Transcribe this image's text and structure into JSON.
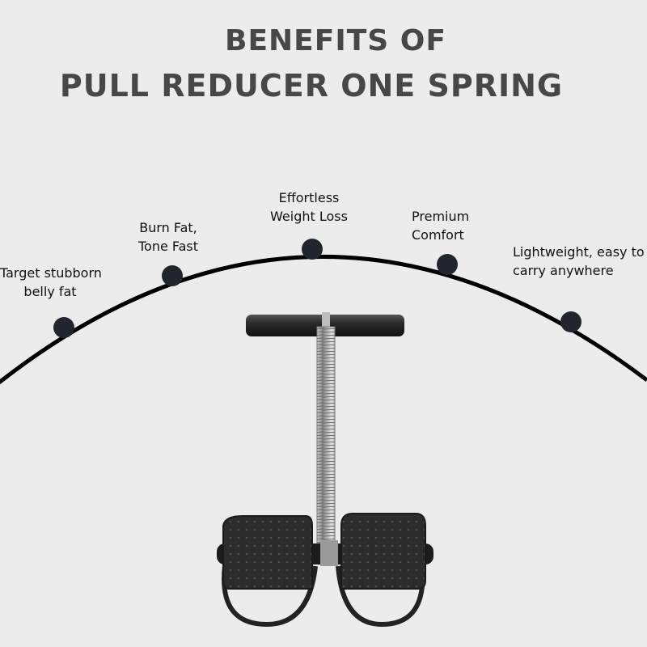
{
  "title": {
    "line1": "BENEFITS OF",
    "line2": "PULL REDUCER ONE SPRING"
  },
  "benefits": [
    {
      "line1": "Target stubborn",
      "line2": "belly fat"
    },
    {
      "line1": "Burn Fat,",
      "line2": "Tone Fast"
    },
    {
      "line1": "Effortless",
      "line2": "Weight Loss"
    },
    {
      "line1": "Premium",
      "line2": "Comfort"
    },
    {
      "line1": "Lightweight, easy to",
      "line2": "carry anywhere"
    }
  ],
  "colors": {
    "background": "#ececec",
    "title": "#474747",
    "arc": "#000000",
    "dot": "#22252e",
    "product": "#2a2a2a"
  },
  "product": {
    "name-icon": "pull-reducer-product-icon"
  }
}
